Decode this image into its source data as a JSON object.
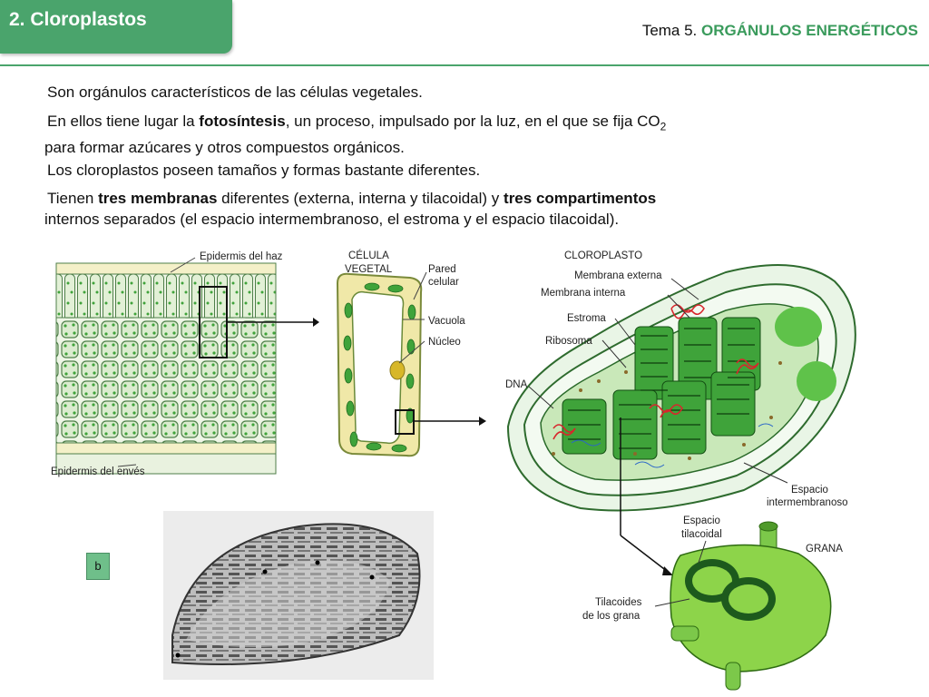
{
  "header": {
    "section_title": "2. Cloroplastos",
    "topic_prefix": "Tema 5.",
    "topic_title": "ORGÁNULOS ENERGÉTICOS"
  },
  "paragraphs": {
    "p1": "Son orgánulos característicos de las células vegetales.",
    "p2_a": "En ellos tiene lugar la ",
    "p2_bold": "fotosíntesis",
    "p2_b": ", un proceso, impulsado por la luz, en el que se fija CO",
    "p2_sub": "2",
    "p2_c": "para formar azúcares y otros compuestos orgánicos.",
    "p3": "Los cloroplastos poseen tamaños y formas bastante diferentes.",
    "p4_a": "Tienen ",
    "p4_bold1": "tres membranas",
    "p4_b": " diferentes (externa, interna y tilacoidal) y ",
    "p4_bold2": "tres compartimentos",
    "p4_c": "internos separados (el espacio intermembranoso, el estroma y el espacio tilacoidal)."
  },
  "leaf_figure": {
    "label_top": "Epidermis del haz",
    "label_bottom": "Epidermis del envés"
  },
  "cell_figure": {
    "title_line1": "CÉLULA",
    "title_line2": "VEGETAL",
    "wall_line1": "Pared",
    "wall_line2": "celular",
    "vacuole": "Vacuola",
    "nucleus": "Núcleo"
  },
  "chloroplast_figure": {
    "title": "CLOROPLASTO",
    "outer_membrane": "Membrana externa",
    "inner_membrane": "Membrana interna",
    "stroma": "Estroma",
    "ribosome": "Ribosoma",
    "dna": "DNA",
    "intermembrane_line1": "Espacio",
    "intermembrane_line2": "intermembranoso"
  },
  "grana_figure": {
    "title": "GRANA",
    "thylakoid_space_line1": "Espacio",
    "thylakoid_space_line2": "tilacoidal",
    "thylakoids_line1": "Tilacoides",
    "thylakoids_line2": "de los grana"
  },
  "micrograph": {
    "badge": "b"
  },
  "colors": {
    "accent": "#4aa46c",
    "accent_text": "#3a9b5c",
    "plant_green": "#3fa33a",
    "dna_red": "#d8262c"
  }
}
